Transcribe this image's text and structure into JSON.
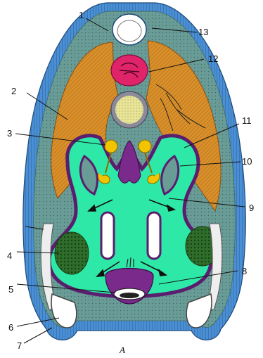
{
  "figure": {
    "caption": "A",
    "labels": [
      "1",
      "2",
      "3",
      "4",
      "5",
      "6",
      "7",
      "8",
      "9",
      "10",
      "11",
      "12",
      "13"
    ]
  },
  "colors": {
    "epidermis": "#4a8fd4",
    "mesenchyme": "#6a9c97",
    "coelom_cavity": "#2ee8a8",
    "lining": "#7a2a8a",
    "muscle": "#d9902a",
    "neural_tube": "#e0246a",
    "notochord": "#e8e59a",
    "nephric": "#f2c400",
    "gonad": "#2f6e2a"
  }
}
